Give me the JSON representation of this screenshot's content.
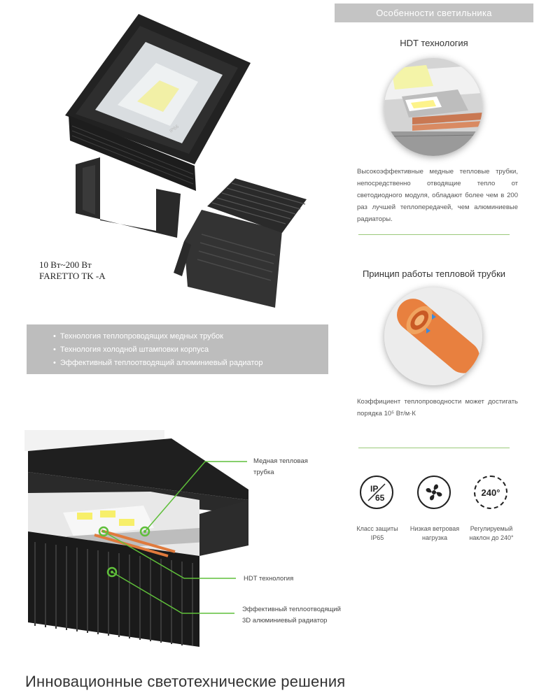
{
  "features_header": "Особенности светильника",
  "hdt": {
    "title": "HDT технология",
    "description": "Высокоэффективные медные тепловые трубки, непосредственно отводящие тепло от светодиодного модуля, обладают более чем в 200 раз лучшей теплопередачей, чем алюминиевые радиаторы."
  },
  "heat_pipe": {
    "title": "Принцип работы тепловой трубки",
    "description": "Коэффициент теплопроводности может достигать порядка 10⁵ Вт/м·К"
  },
  "product": {
    "power_range": "10 Вт~200 Вт",
    "model": "FARETTO TK -A",
    "badge": "IP66"
  },
  "bullets": [
    "Технология теплопроводящих медных трубок",
    "Технология холодной штамповки корпуса",
    "Эффективный теплоотводящий алюминиевый радиатор"
  ],
  "features_icons": [
    {
      "icon": "ip65-icon",
      "label_top": "IP",
      "label_bottom": "65",
      "caption_line1": "Класс защиты",
      "caption_line2": "IP65"
    },
    {
      "icon": "fan-icon",
      "caption_line1": "Низкая ветровая",
      "caption_line2": "нагрузка"
    },
    {
      "icon": "rotate-240-icon",
      "label": "240°",
      "caption_line1": "Регулируемый",
      "caption_line2": "наклон до 240°"
    }
  ],
  "callouts": {
    "copper_pipe_line1": "Медная тепловая",
    "copper_pipe_line2": "трубка",
    "hdt": "HDT технология",
    "radiator_line1": "Эффективный теплоотводящий",
    "radiator_line2": "3D алюминиевый радиатор"
  },
  "bottom_title": "Инновационные светотехнические решения",
  "colors": {
    "accent_green": "#5fbf3a",
    "divider": "#9bc97a",
    "banner": "#c4c4c4",
    "copper": "#e07a3c"
  }
}
